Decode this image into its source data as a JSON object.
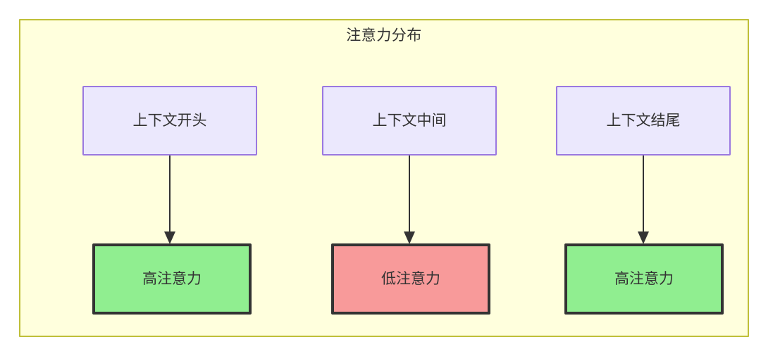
{
  "diagram": {
    "title": "注意力分布",
    "container": {
      "fill": "#ffffdd",
      "stroke": "#bfbf39"
    },
    "palette": {
      "context_fill": "#ebe8fd",
      "context_stroke": "#9a78e0",
      "high_attention_fill": "#90ee90",
      "low_attention_fill": "#f89a9a",
      "node_stroke": "#333333",
      "text": "#333333",
      "edge": "#333333"
    },
    "columns": [
      {
        "id": "start",
        "context_label": "上下文开头",
        "attention_label": "高注意力",
        "attention_level": "high"
      },
      {
        "id": "middle",
        "context_label": "上下文中间",
        "attention_label": "低注意力",
        "attention_level": "low"
      },
      {
        "id": "end",
        "context_label": "上下文结尾",
        "attention_label": "高注意力",
        "attention_level": "high"
      }
    ],
    "edges": [
      {
        "from": "上下文开头",
        "to": "高注意力",
        "arrow": "arrow-head-down"
      },
      {
        "from": "上下文中间",
        "to": "低注意力",
        "arrow": "arrow-head-down"
      },
      {
        "from": "上下文结尾",
        "to": "高注意力",
        "arrow": "arrow-head-down"
      }
    ]
  }
}
